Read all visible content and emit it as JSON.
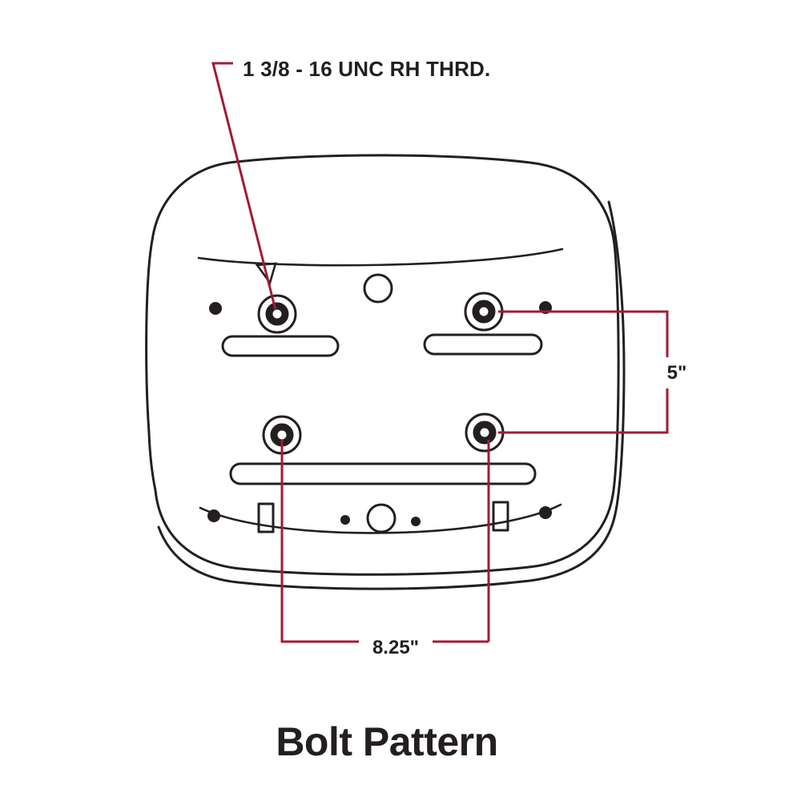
{
  "title": "Bolt Pattern",
  "callouts": {
    "thread": "1 3/8 - 16 UNC RH THRD.",
    "vertical_spacing": "5\"",
    "horizontal_spacing": "8.25\""
  },
  "colors": {
    "line": "#231f20",
    "dimension": "#a21c33",
    "text": "#231f20",
    "background": "#ffffff"
  }
}
